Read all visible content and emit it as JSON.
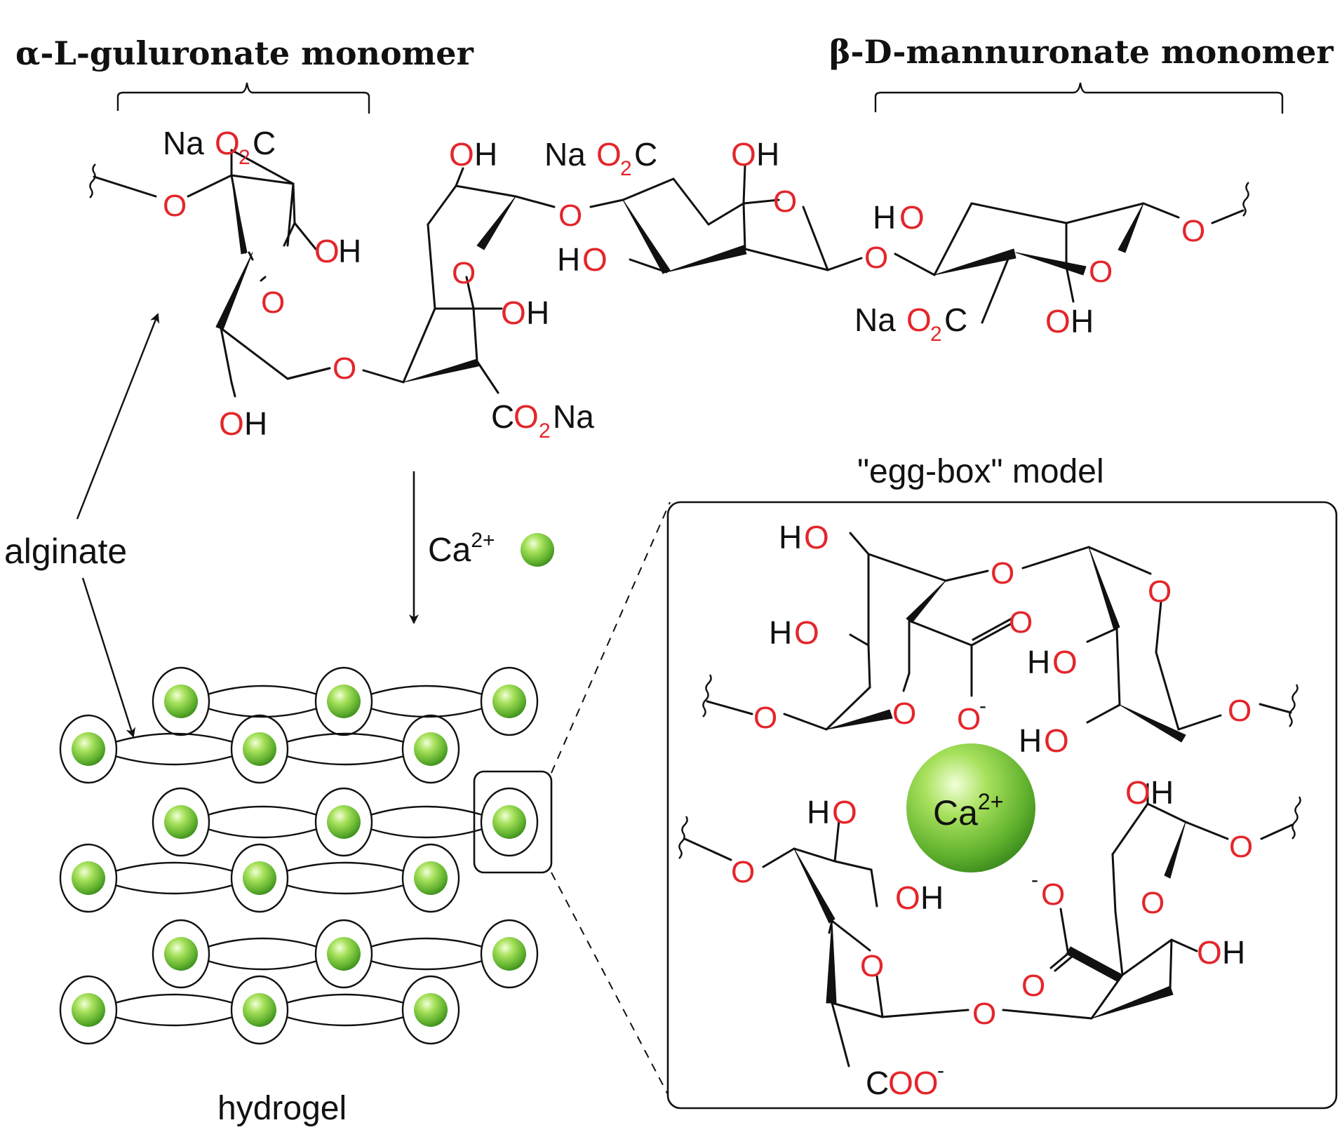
{
  "labels": {
    "guluronate_title": "α-L-guluronate monomer",
    "mannuronate_title": "β-D-mannuronate monomer",
    "egg_box_title": "\"egg-box\" model",
    "alginate": "alginate",
    "hydrogel": "hydrogel",
    "ca_ion": "Ca",
    "ca_charge": "2+"
  },
  "atoms": {
    "oxygen": "O",
    "hydroxyl_h": "H",
    "na": "Na",
    "c": "C",
    "sub2": "2",
    "minus": "-",
    "coo_c": "C",
    "coo_o": "OO"
  },
  "colors": {
    "oxygen": "#e3262b",
    "bond": "#111111",
    "ion_light": "#d8f59c",
    "ion_mid": "#8ed14a",
    "ion_dark": "#3f8f1f"
  },
  "icons": [
    "calcium-ion-sphere",
    "arrow-down",
    "double-arrow",
    "squiggle-bond"
  ]
}
